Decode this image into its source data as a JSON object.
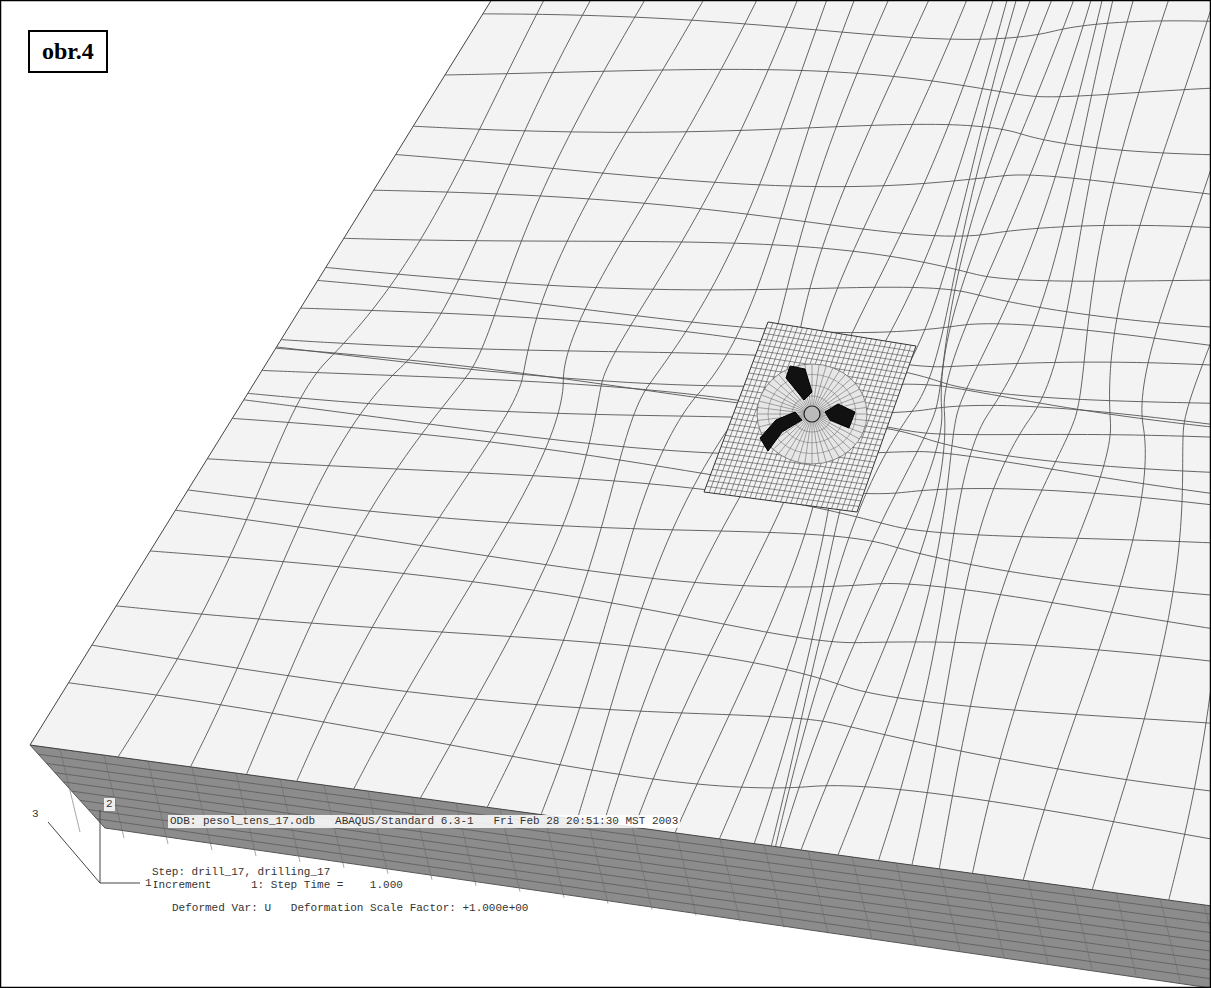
{
  "diagram": {
    "nodes": [
      {
        "text": [
          "obr.4"
        ]
      }
    ],
    "labels": [
      "ODB: pesol_tens_17.odb   ABAQUS/Standard 6.3-1   Fri Feb 28 20:51:30 MST 2003",
      "Step: drill_17, drilling_17",
      "Increment      1: Step Time =    1.000",
      "Deformed Var: U   Deformation Scale Factor: +1.000e+00",
      "3",
      "2",
      "1"
    ]
  }
}
